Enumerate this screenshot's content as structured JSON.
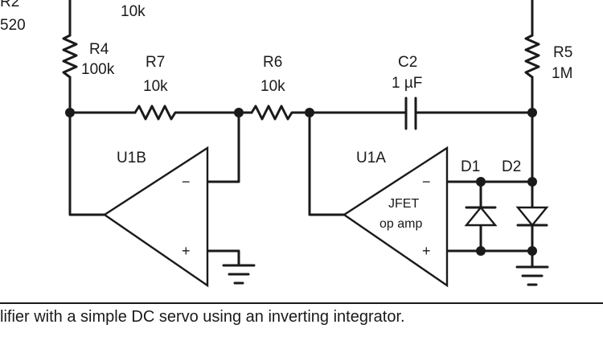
{
  "labels": {
    "r2_name": "R2",
    "r2_value": "520",
    "top_value": "10k",
    "r4_name": "R4",
    "r4_value": "100k",
    "r7_name": "R7",
    "r7_value": "10k",
    "r6_name": "R6",
    "r6_value": "10k",
    "c2_name": "C2",
    "c2_value": "1 µF",
    "r5_name": "R5",
    "r5_value": "1M",
    "u1b_name": "U1B",
    "u1a_name": "U1A",
    "d1_name": "D1",
    "d2_name": "D2",
    "opamp_line1": "JFET",
    "opamp_line2": "op amp",
    "minus": "−",
    "plus": "+"
  },
  "caption": "lifier with a simple DC servo using an inverting integrator."
}
